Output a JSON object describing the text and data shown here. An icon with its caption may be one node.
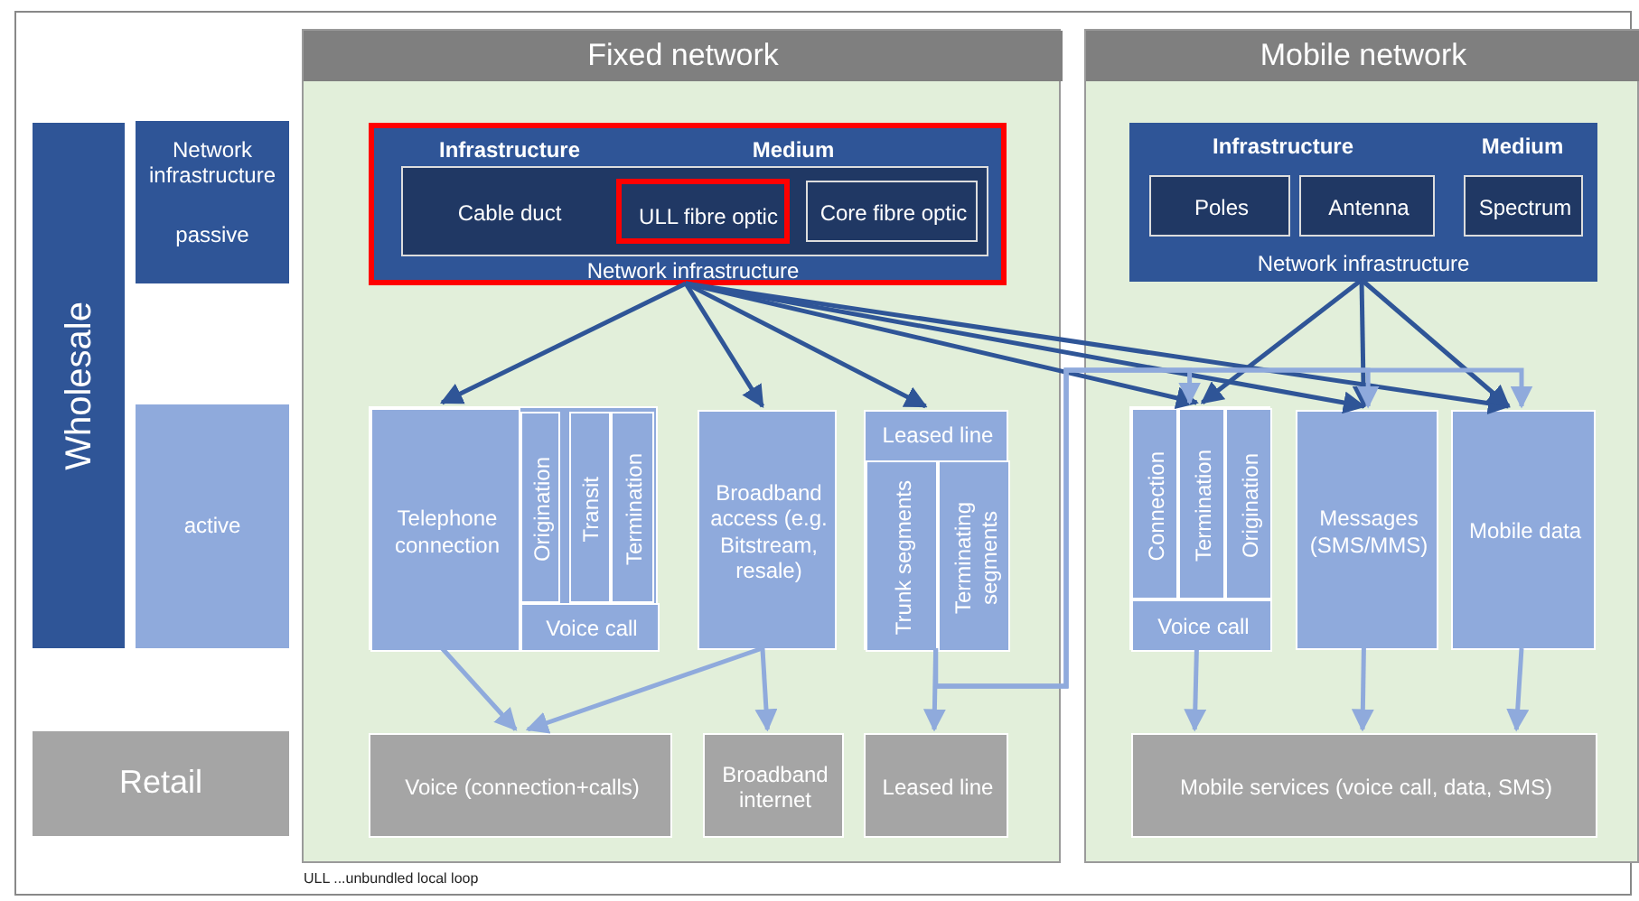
{
  "diagram": {
    "nodes": [
      {
        "text": [
          "Fixed network"
        ]
      },
      {
        "text": [
          "Mobile network"
        ]
      },
      {
        "text": [
          "Wholesale"
        ]
      },
      {
        "text": [
          "Network infrastructure",
          "passive"
        ]
      },
      {
        "text": [
          "active"
        ]
      },
      {
        "text": [
          "Retail"
        ]
      },
      {
        "text": [
          "Infrastructure",
          "Medium",
          "Network infrastructure"
        ],
        "in": 0
      },
      {
        "text": [
          "Cable duct"
        ],
        "in": 6
      },
      {
        "text": [
          "ULL fibre optic"
        ],
        "in": 7
      },
      {
        "text": [
          "Core fibre optic"
        ],
        "in": 7
      },
      {
        "text": [],
        "shape": "box",
        "in": 0
      },
      {
        "text": [
          "Telephone connection"
        ],
        "in": 10
      },
      {
        "text": [
          "Origination"
        ],
        "in": 10
      },
      {
        "text": [
          "Transit"
        ],
        "in": 10
      },
      {
        "text": [
          "Termination"
        ],
        "in": 10
      },
      {
        "text": [
          "Voice call"
        ],
        "in": 10
      },
      {
        "text": [
          "Broadband access (e.g. Bitstream, resale)"
        ],
        "in": 0
      },
      {
        "text": [
          "Leased line"
        ],
        "in": 0
      },
      {
        "text": [
          "Trunk segments"
        ],
        "in": 17
      },
      {
        "text": [
          "Terminating segments"
        ],
        "in": 17
      },
      {
        "text": [
          "Voice (connection+calls)"
        ],
        "in": 0
      },
      {
        "text": [
          "Broadband internet"
        ],
        "in": 0
      },
      {
        "text": [
          "Leased line"
        ],
        "in": 0
      },
      {
        "text": [
          "Infrastructure",
          "Medium",
          "Network infrastructure"
        ],
        "in": 1
      },
      {
        "text": [
          "Poles"
        ],
        "in": 23
      },
      {
        "text": [
          "Antenna"
        ],
        "in": 23
      },
      {
        "text": [
          "Spectrum"
        ],
        "in": 23
      },
      {
        "text": [],
        "shape": "box",
        "in": 1
      },
      {
        "text": [
          "Connection"
        ],
        "in": 27
      },
      {
        "text": [
          "Termination"
        ],
        "in": 27
      },
      {
        "text": [
          "Origination"
        ],
        "in": 27
      },
      {
        "text": [
          "Voice call"
        ],
        "in": 27
      },
      {
        "text": [
          "Messages (SMS/MMS)"
        ],
        "in": 1
      },
      {
        "text": [
          "Mobile  data"
        ],
        "in": 1
      },
      {
        "text": [
          "Mobile services (voice call, data, SMS)"
        ],
        "in": 1
      }
    ],
    "edges": [
      {
        "from": 6,
        "to": 10,
        "arrow": "to",
        "color": "#2f5597"
      },
      {
        "from": 6,
        "to": 16,
        "arrow": "to",
        "color": "#2f5597"
      },
      {
        "from": 6,
        "to": 17,
        "arrow": "to",
        "color": "#2f5597"
      },
      {
        "from": 6,
        "to": 27,
        "arrow": "to",
        "color": "#2f5597"
      },
      {
        "from": 6,
        "to": 32,
        "arrow": "to",
        "color": "#2f5597"
      },
      {
        "from": 6,
        "to": 33,
        "arrow": "to",
        "color": "#2f5597"
      },
      {
        "from": 23,
        "to": 27,
        "arrow": "to",
        "color": "#2f5597"
      },
      {
        "from": 23,
        "to": 32,
        "arrow": "to",
        "color": "#2f5597"
      },
      {
        "from": 23,
        "to": 33,
        "arrow": "to",
        "color": "#2f5597"
      },
      {
        "from": 10,
        "to": 20,
        "arrow": "to"
      },
      {
        "from": 16,
        "to": 20,
        "arrow": "to"
      },
      {
        "from": 16,
        "to": 21,
        "arrow": "to"
      },
      {
        "from": 19,
        "to": 22,
        "arrow": "to"
      },
      {
        "from": 19,
        "to": 27,
        "arrow": "to"
      },
      {
        "from": 19,
        "to": 32,
        "arrow": "to"
      },
      {
        "from": 19,
        "to": 33,
        "arrow": "to"
      },
      {
        "from": 27,
        "to": 34,
        "arrow": "to"
      },
      {
        "from": 32,
        "to": 34,
        "arrow": "to"
      },
      {
        "from": 33,
        "to": 34,
        "arrow": "to"
      }
    ],
    "labels": [
      "ULL ...unbundled local loop"
    ]
  }
}
